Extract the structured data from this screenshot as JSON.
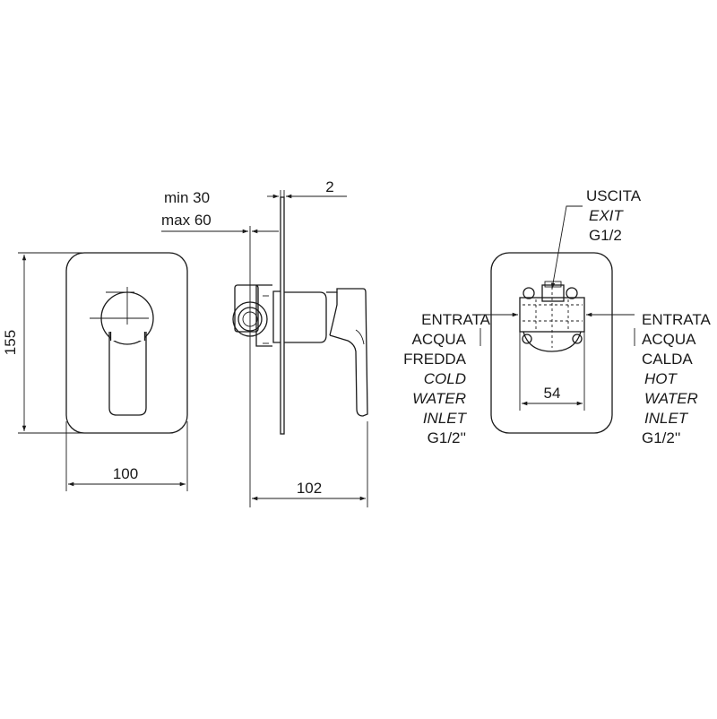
{
  "dimensions": {
    "height": "155",
    "front_width": "100",
    "side_depth": "102",
    "plate_thickness": "2",
    "wall_min": "min 30",
    "wall_max": "max 60",
    "inlet_spacing": "54"
  },
  "outlet": {
    "line1": "USCITA",
    "line2": "EXIT",
    "line3": "G1/2"
  },
  "cold_inlet": {
    "line1": "ENTRATA",
    "line2": "ACQUA",
    "line3": "FREDDA",
    "line4": "COLD",
    "line5": "WATER",
    "line6": "INLET",
    "line7": "G1/2''"
  },
  "hot_inlet": {
    "line1": "ENTRATA",
    "line2": "ACQUA",
    "line3": "CALDA",
    "line4": "HOT",
    "line5": "WATER",
    "line6": "INLET",
    "line7": "G1/2''"
  }
}
